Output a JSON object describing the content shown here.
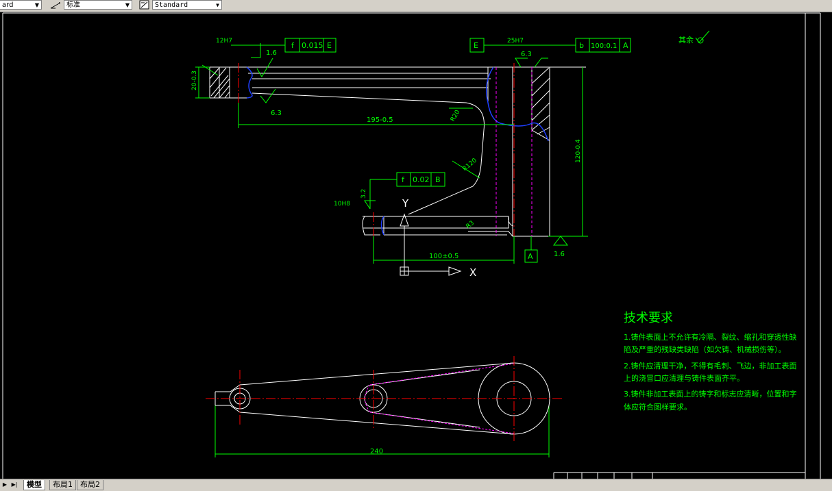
{
  "toolbar": {
    "layer_combo": "ard",
    "dimstyle_combo": "标准",
    "textstyle_combo": "Standard"
  },
  "drawing": {
    "gdt1": {
      "sym": "f",
      "tol": "0.015",
      "datum": "E"
    },
    "gdt2": {
      "sym": "f",
      "tol": "0.02",
      "datum": "B"
    },
    "gdt3": {
      "sym": "b",
      "tol": "100:0.1",
      "datum": "A"
    },
    "datum_e": "E",
    "datum_a": "A",
    "box_12h7": "12H7",
    "box_25h7": "25H7",
    "box_10h8": "10H8",
    "surf_1_6": "1.6",
    "surf_6_3": "6.3",
    "surf_3_2": "3.2",
    "dim_195": "195-0.5",
    "dim_100": "100±0.5",
    "dim_120": "120-0.4",
    "dim_240": "240",
    "dim_20": "20-0.3",
    "r20": "R20",
    "r120": "R120",
    "r3": "R3",
    "ucs_x": "X",
    "ucs_y": "Y",
    "other_label": "其余",
    "notes_title": "技术要求",
    "note1a": "1.铸件表面上不允许有冷隔、裂纹、缩孔和穿透性缺",
    "note1b": "陷及严重的残缺类缺陷（如欠铸、机械损伤等）。",
    "note2a": "2.铸件应清理干净，不得有毛刺、飞边，非加工表面",
    "note2b": "上的浇冒口应清理与铸件表面齐平。",
    "note3a": "3.铸件非加工表面上的铸字和标志应清晰，位置和字",
    "note3b": "体应符合图样要求。"
  },
  "tabs": {
    "model": "模型",
    "layout1": "布局1",
    "layout2": "布局2"
  },
  "colors": {
    "line": "#ffffff",
    "dim": "#00ff00",
    "center": "#ff0000",
    "hidden": "#ff00ff",
    "hatch": "#1f3fff"
  }
}
